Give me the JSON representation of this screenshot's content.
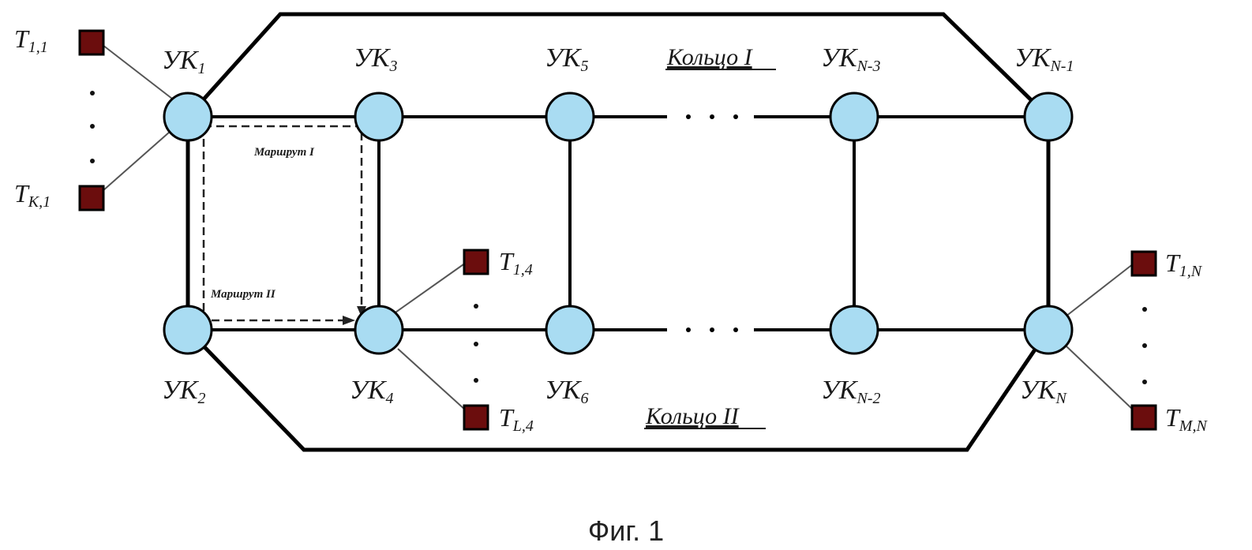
{
  "nodes": [
    {
      "id": "n1",
      "base": "УК",
      "sub": "1"
    },
    {
      "id": "n2",
      "base": "УК",
      "sub": "2"
    },
    {
      "id": "n3",
      "base": "УК",
      "sub": "3"
    },
    {
      "id": "n4",
      "base": "УК",
      "sub": "4"
    },
    {
      "id": "n5",
      "base": "УК",
      "sub": "5"
    },
    {
      "id": "n6",
      "base": "УК",
      "sub": "6"
    },
    {
      "id": "nN3",
      "base": "УК",
      "sub": "N-3"
    },
    {
      "id": "nN2",
      "base": "УК",
      "sub": "N-2"
    },
    {
      "id": "nN1",
      "base": "УК",
      "sub": "N-1"
    },
    {
      "id": "nN",
      "base": "УК",
      "sub": "N"
    }
  ],
  "terminals": [
    {
      "id": "t11",
      "base": "T",
      "sub": "1,1",
      "node": "n1"
    },
    {
      "id": "tk1",
      "base": "T",
      "sub": "K,1",
      "node": "n1"
    },
    {
      "id": "t14",
      "base": "T",
      "sub": "1,4",
      "node": "n4"
    },
    {
      "id": "tl4",
      "base": "T",
      "sub": "L,4",
      "node": "n4"
    },
    {
      "id": "t1n",
      "base": "T",
      "sub": "1,N",
      "node": "nN"
    },
    {
      "id": "tmn",
      "base": "T",
      "sub": "M,N",
      "node": "nN"
    }
  ],
  "rings": {
    "ring1": "Кольцо I",
    "ring2": "Кольцо II"
  },
  "routes": {
    "route1": "Маршрут I",
    "route2": "Маршрут II"
  },
  "caption": "Фиг. 1",
  "colors": {
    "node_fill": "#a9dcf2",
    "terminal_fill": "#6b0d0d",
    "line": "#000000"
  }
}
